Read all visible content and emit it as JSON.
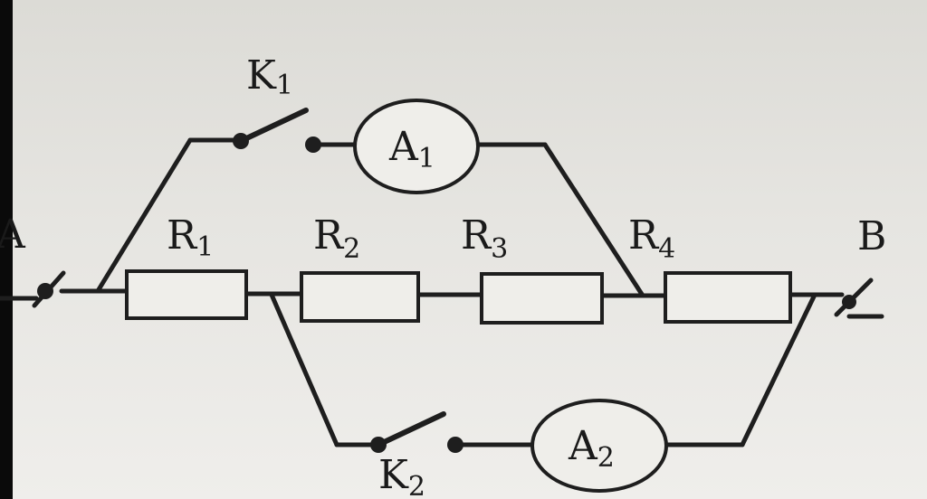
{
  "terminals": {
    "a": {
      "letter": "A"
    },
    "b": {
      "letter": "B"
    }
  },
  "resistors": [
    {
      "letter": "R",
      "index": "1"
    },
    {
      "letter": "R",
      "index": "2"
    },
    {
      "letter": "R",
      "index": "3"
    },
    {
      "letter": "R",
      "index": "4"
    }
  ],
  "switches": [
    {
      "letter": "K",
      "index": "1"
    },
    {
      "letter": "K",
      "index": "2"
    }
  ],
  "ammeters": [
    {
      "letter": "A",
      "index": "1"
    },
    {
      "letter": "A",
      "index": "2"
    }
  ],
  "colors": {
    "ink": "#1e1e1e",
    "paper": "#e9e8e4",
    "left_border": "#0a0a0a"
  }
}
